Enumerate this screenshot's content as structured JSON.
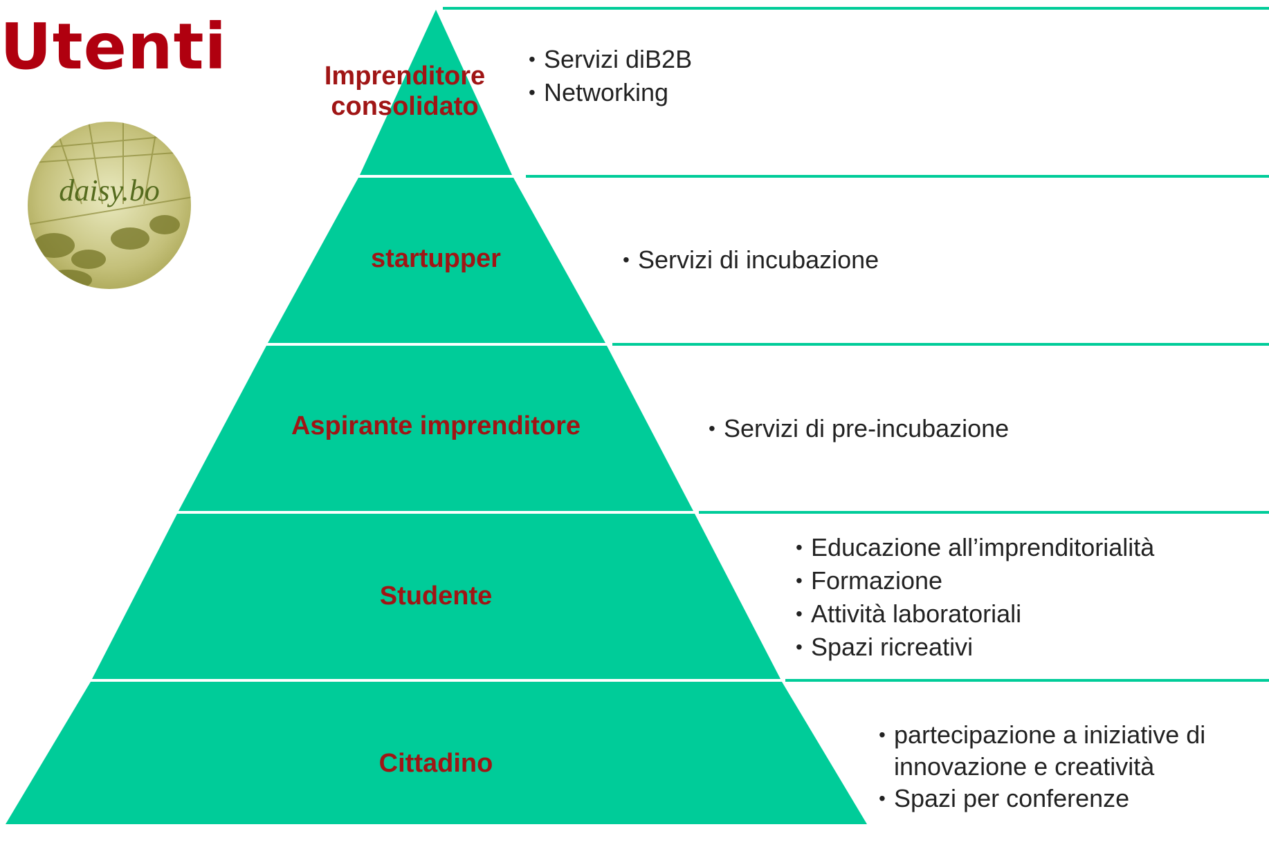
{
  "title": "Utenti",
  "logo": {
    "text": "daisy.bo",
    "icon": "greenhouse-photo"
  },
  "colors": {
    "pyramid_fill": "#00cc99",
    "line": "#00cc99",
    "title": "#b0000f",
    "level_label": "#a01515",
    "item_text": "#222222"
  },
  "levels": [
    {
      "label": "Imprenditore consolidato",
      "items": [
        "Servizi diB2B",
        "Networking"
      ]
    },
    {
      "label": "startupper",
      "items": [
        "Servizi di incubazione"
      ]
    },
    {
      "label": "Aspirante imprenditore",
      "items": [
        "Servizi di pre-incubazione"
      ]
    },
    {
      "label": "Studente",
      "items": [
        "Educazione all’imprenditorialità",
        "Formazione",
        "Attività laboratoriali",
        "Spazi ricreativi"
      ]
    },
    {
      "label": "Cittadino",
      "items": [
        " partecipazione a iniziative di innovazione e creatività",
        "Spazi per conferenze"
      ]
    }
  ]
}
